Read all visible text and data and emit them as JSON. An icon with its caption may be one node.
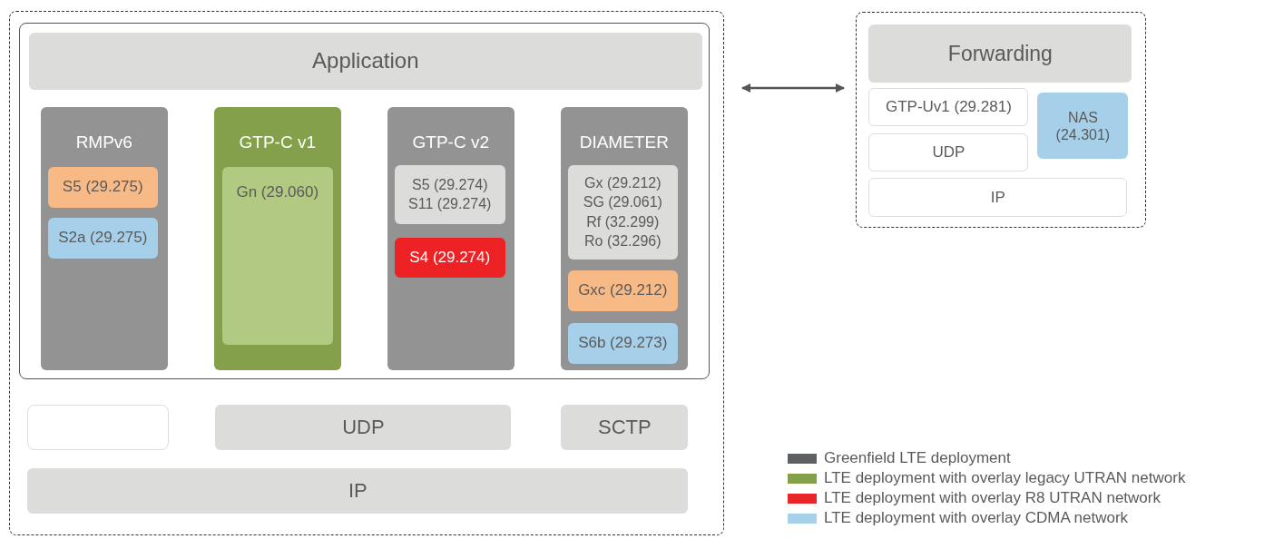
{
  "diagram": {
    "nodes": [
      {
        "text": [],
        "shape": "box"
      },
      {
        "text": [],
        "shape": "box",
        "in": 0
      },
      {
        "text": [
          "Application"
        ],
        "in": 1
      },
      {
        "text": [
          "RMPv6"
        ],
        "in": 1
      },
      {
        "text": [
          "S5 (29.275)"
        ],
        "in": 3
      },
      {
        "text": [
          "S2a (29.275)"
        ],
        "in": 3
      },
      {
        "text": [
          "GTP-C v1"
        ],
        "in": 1
      },
      {
        "text": [
          "Gn (29.060)"
        ],
        "in": 6
      },
      {
        "text": [
          "GTP-C v2"
        ],
        "in": 1
      },
      {
        "text": [
          "S5 (29.274)",
          "S11 (29.274)"
        ],
        "in": 8
      },
      {
        "text": [
          "S4 (29.274)"
        ],
        "in": 8
      },
      {
        "text": [
          "DIAMETER"
        ],
        "in": 1
      },
      {
        "text": [
          "Gx (29.212)",
          "SG (29.061)",
          "Rf (32.299)",
          "Ro (32.296)"
        ],
        "in": 11
      },
      {
        "text": [
          "Gxc (29.212)"
        ],
        "in": 11
      },
      {
        "text": [
          "S6b (29.273)"
        ],
        "in": 11
      },
      {
        "text": [],
        "shape": "box",
        "in": 0
      },
      {
        "text": [
          "UDP"
        ],
        "in": 0
      },
      {
        "text": [
          "SCTP"
        ],
        "in": 0
      },
      {
        "text": [
          "IP"
        ],
        "in": 0
      },
      {
        "text": [],
        "shape": "box"
      },
      {
        "text": [
          "Forwarding"
        ],
        "in": 19
      },
      {
        "text": [
          "GTP-Uv1 (29.281)"
        ],
        "in": 19
      },
      {
        "text": [
          "NAS (24.301)"
        ],
        "in": 19
      },
      {
        "text": [
          "UDP"
        ],
        "in": 19
      },
      {
        "text": [
          "IP"
        ],
        "in": 19
      }
    ],
    "edges": [
      {
        "from": 0,
        "to": 19,
        "arrow": "both"
      }
    ],
    "legend": [
      {
        "text": "Greenfield LTE deployment",
        "color": "#5f6062"
      },
      {
        "text": "LTE deployment with overlay legacy UTRAN network",
        "color": "#84a04a"
      },
      {
        "text": "LTE deployment with overlay R8 UTRAN network",
        "color": "#e8262a"
      },
      {
        "text": "LTE deployment with overlay CDMA network",
        "color": "#a6d0ea"
      }
    ]
  }
}
